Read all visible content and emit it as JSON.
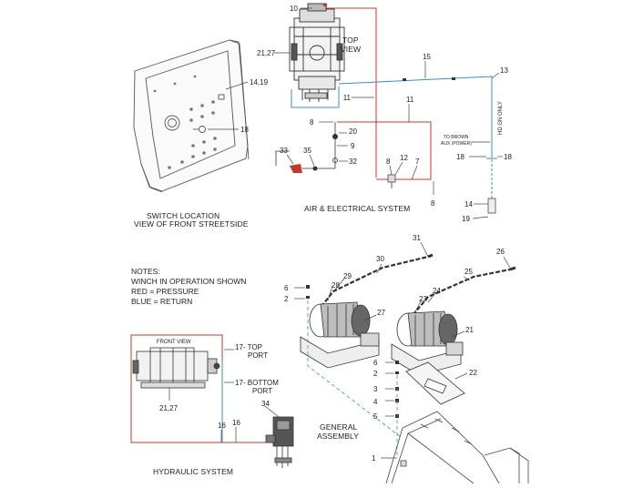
{
  "captions": {
    "switch_location": [
      "SWITCH LOCATION",
      "VIEW OF FRONT STREETSIDE"
    ],
    "air_electrical": "AIR & ELECTRICAL SYSTEM",
    "top_view": [
      "TOP",
      "VIEW"
    ],
    "hydraulic": "HYDRAULIC SYSTEM",
    "general_assembly": [
      "GENERAL",
      "ASSEMBLY"
    ],
    "front_view": "FRONT VIEW",
    "to_brown": [
      "TO BROWN",
      "AUX (POWER)"
    ],
    "hd_gn_only": "HD GN ONLY",
    "top_port": [
      "17- TOP",
      "PORT"
    ],
    "bottom_port": [
      "17- BOTTOM",
      "PORT"
    ]
  },
  "notes": [
    "NOTES:",
    "WINCH IN OPERATION SHOWN",
    "RED = PRESSURE",
    "BLUE = RETURN"
  ],
  "callouts": {
    "c10": "10",
    "c2127a": "21,27",
    "c1419": "14,19",
    "c18a": "18",
    "c15": "15",
    "c13": "13",
    "c11a": "11",
    "c11b": "11",
    "c8a": "8",
    "c20": "20",
    "c9": "9",
    "c33": "33",
    "c35": "35",
    "c32": "32",
    "c8b": "8",
    "c12": "12",
    "c7": "7",
    "c8c": "8",
    "c18b": "18",
    "c18c": "18",
    "c14": "14",
    "c19": "19",
    "c31": "31",
    "c26": "26",
    "c30": "30",
    "c29": "29",
    "c25": "25",
    "c6a": "6",
    "c28": "28",
    "c24": "24",
    "c2a": "2",
    "c23": "23",
    "c27": "27",
    "c21": "21",
    "c6b": "6",
    "c2b": "2",
    "c22": "22",
    "c3": "3",
    "c4": "4",
    "c5": "5",
    "c2127b": "21,27",
    "c34": "34",
    "c16a": "16",
    "c16b": "16",
    "c1": "1"
  },
  "colors": {
    "pressure": "#c0392b",
    "return": "#3a8fc4",
    "line": "#444444"
  }
}
